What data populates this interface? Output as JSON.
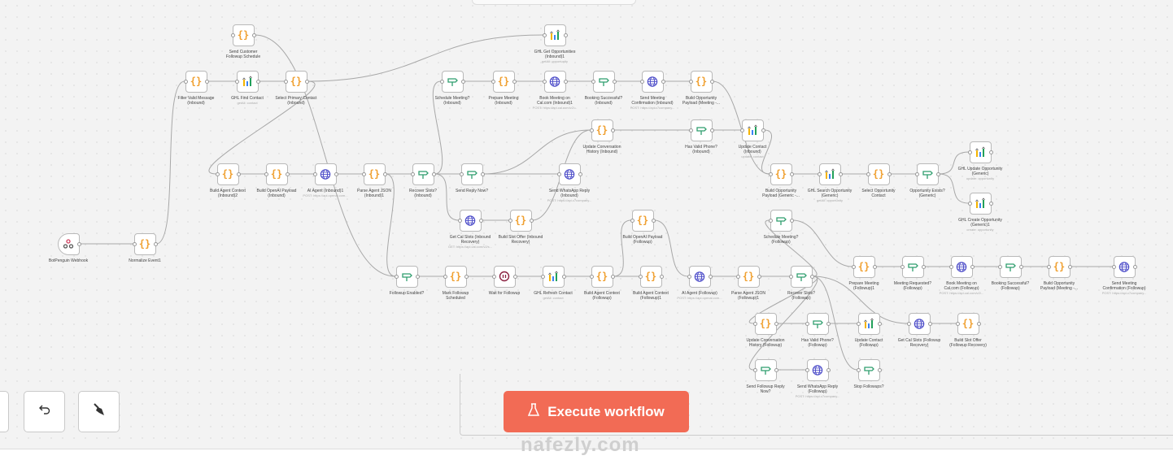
{
  "toolbar": {
    "execute_label": "Execute workflow",
    "undo_icon": "undo-icon",
    "clear_icon": "brush-icon",
    "watermark": "nafezly.com"
  },
  "colors": {
    "execute": "#f26b55",
    "code": "#f0a030",
    "if": "#2f9e6e",
    "http": "#4b4bc8",
    "wait": "#8a2040",
    "trigger": "#d04060"
  },
  "nodes": [
    {
      "id": "n1",
      "type": "trigger",
      "label": "BotPenguin Webhook",
      "sub": ""
    },
    {
      "id": "n2",
      "type": "code",
      "label": "Normalize Event1",
      "sub": ""
    },
    {
      "id": "n3",
      "type": "code",
      "label": "Filter Valid Message (Inbound)",
      "sub": ""
    },
    {
      "id": "n4",
      "type": "code",
      "label": "Send Customer Followup Schedule",
      "sub": ""
    },
    {
      "id": "n5",
      "type": "ghl",
      "label": "GHL Find Contact",
      "sub": "getAll: contact"
    },
    {
      "id": "n6",
      "type": "code",
      "label": "Select Primary Contact (Inbound)",
      "sub": ""
    },
    {
      "id": "n7",
      "type": "code",
      "label": "Build Agent Context (Inbound)2",
      "sub": ""
    },
    {
      "id": "n8",
      "type": "code",
      "label": "Build OpenAI Payload (Inbound)",
      "sub": ""
    },
    {
      "id": "n9",
      "type": "http",
      "label": "AI Agent (Inbound)1",
      "sub": "POST: https://api.openai.com..."
    },
    {
      "id": "n10",
      "type": "code",
      "label": "Parse Agent JSON (Inbound)1",
      "sub": ""
    },
    {
      "id": "n11",
      "type": "if",
      "label": "Recover Slots? (Inbound)",
      "sub": ""
    },
    {
      "id": "n12",
      "type": "ghl",
      "label": "GHL Get Opportunities (Inbound)1",
      "sub": "getAll: opportunity"
    },
    {
      "id": "n13",
      "type": "if",
      "label": "Schedule Meeting? (Inbound)",
      "sub": ""
    },
    {
      "id": "n14",
      "type": "code",
      "label": "Prepare Meeting (Inbound)",
      "sub": ""
    },
    {
      "id": "n15",
      "type": "http",
      "label": "Book Meeting on Cal.com (Inbound)1",
      "sub": "POST: https://api.cal.com/v2/..."
    },
    {
      "id": "n16",
      "type": "if",
      "label": "Booking Successful? (Inbound)",
      "sub": ""
    },
    {
      "id": "n17",
      "type": "http",
      "label": "Send Meeting Confirmation (Inbound)",
      "sub": "POST: https://api.c7company..."
    },
    {
      "id": "n18",
      "type": "code",
      "label": "Build Opportunity Payload (Meeting -...",
      "sub": ""
    },
    {
      "id": "n19",
      "type": "code",
      "label": "Update Conversation History (Inbound)",
      "sub": ""
    },
    {
      "id": "n20",
      "type": "if",
      "label": "Has Valid Phone? (Inbound)",
      "sub": ""
    },
    {
      "id": "n21",
      "type": "ghl",
      "label": "Update Contact (Inbound)",
      "sub": "update: contact"
    },
    {
      "id": "n22",
      "type": "if",
      "label": "Send Reply Now?",
      "sub": ""
    },
    {
      "id": "n23",
      "type": "http",
      "label": "Send WhatsApp Reply (Inbound)",
      "sub": "POST: https://api.c7company..."
    },
    {
      "id": "n24",
      "type": "http",
      "label": "Get Cal Slots (Inbound Recovery)",
      "sub": "GET: https://api.cal.com/v2/s..."
    },
    {
      "id": "n25",
      "type": "code",
      "label": "Build Slot Offer (Inbound Recovery)",
      "sub": ""
    },
    {
      "id": "n26",
      "type": "if",
      "label": "Followup Enabled?",
      "sub": ""
    },
    {
      "id": "n27",
      "type": "code",
      "label": "Mark Followup Scheduled",
      "sub": ""
    },
    {
      "id": "n28",
      "type": "wait",
      "label": "Wait for Followup",
      "sub": ""
    },
    {
      "id": "n29",
      "type": "code",
      "label": "Build OpenAI Payload (Followup)",
      "sub": ""
    },
    {
      "id": "n30",
      "type": "ghl",
      "label": "GHL Refresh Contact",
      "sub": "getAll: contact"
    },
    {
      "id": "n31",
      "type": "code",
      "label": "Build Agent Context (Followup)",
      "sub": ""
    },
    {
      "id": "n32",
      "type": "code",
      "label": "Build Agent Context (Followup)1",
      "sub": ""
    },
    {
      "id": "n33",
      "type": "http",
      "label": "AI Agent (Followup)",
      "sub": "POST: https://api.openai.com..."
    },
    {
      "id": "n34",
      "type": "code",
      "label": "Parse Agent JSON (Followup)1",
      "sub": ""
    },
    {
      "id": "n35",
      "type": "code",
      "label": "Build Opportunity Payload (Generic -...",
      "sub": ""
    },
    {
      "id": "n36",
      "type": "ghl",
      "label": "GHL Search Opportunity (Generic)",
      "sub": "getAll: opportunity"
    },
    {
      "id": "n37",
      "type": "code",
      "label": "Select Opportunity Contact",
      "sub": ""
    },
    {
      "id": "n38",
      "type": "if",
      "label": "Opportunity Exists? (Generic)",
      "sub": ""
    },
    {
      "id": "n39",
      "type": "ghl",
      "label": "GHL Update Opportunity (Generic)",
      "sub": "update: opportunity"
    },
    {
      "id": "n40",
      "type": "ghl",
      "label": "GHL Create Opportunity (Generic)1",
      "sub": "create: opportunity"
    },
    {
      "id": "n41",
      "type": "if",
      "label": "Schedule Meeting? (Followup)",
      "sub": ""
    },
    {
      "id": "n42",
      "type": "code",
      "label": "Prepare Meeting (Followup)1",
      "sub": ""
    },
    {
      "id": "n43",
      "type": "if",
      "label": "Meeting Requested? (Followup)",
      "sub": ""
    },
    {
      "id": "n44",
      "type": "http",
      "label": "Book Meeting on Cal.com (Followup)",
      "sub": "POST: https://api.cal.com/v2/..."
    },
    {
      "id": "n45",
      "type": "if",
      "label": "Booking Successful? (Followup)",
      "sub": ""
    },
    {
      "id": "n46",
      "type": "code",
      "label": "Build Opportunity Payload (Meeting -...",
      "sub": ""
    },
    {
      "id": "n47",
      "type": "http",
      "label": "Send Meeting Confirmation (Followup)",
      "sub": "POST: https://api.c7company..."
    },
    {
      "id": "n48",
      "type": "if",
      "label": "Recover Slots? (Followup)",
      "sub": ""
    },
    {
      "id": "n49",
      "type": "code",
      "label": "Update Conversation History (Followup)",
      "sub": ""
    },
    {
      "id": "n50",
      "type": "if",
      "label": "Has Valid Phone? (Followup)",
      "sub": ""
    },
    {
      "id": "n51",
      "type": "ghl",
      "label": "Update Contact (Followup)",
      "sub": ""
    },
    {
      "id": "n52",
      "type": "http",
      "label": "Get Cal Slots (Followup Recovery)",
      "sub": ""
    },
    {
      "id": "n53",
      "type": "code",
      "label": "Build Slot Offer (Followup Recovery)",
      "sub": ""
    },
    {
      "id": "n54",
      "type": "if",
      "label": "Send Followup Reply Now?",
      "sub": ""
    },
    {
      "id": "n55",
      "type": "http",
      "label": "Send WhatsApp Reply (Followup)",
      "sub": "POST: https://api.c7company..."
    },
    {
      "id": "n56",
      "type": "if",
      "label": "Stop Followups?",
      "sub": ""
    }
  ],
  "connections": [
    [
      "n1",
      "n2"
    ],
    [
      "n2",
      "n3"
    ],
    [
      "n3",
      "n5"
    ],
    [
      "n5",
      "n6"
    ],
    [
      "n6",
      "n7"
    ],
    [
      "n7",
      "n8"
    ],
    [
      "n8",
      "n9"
    ],
    [
      "n9",
      "n10"
    ],
    [
      "n10",
      "n11"
    ],
    [
      "n6",
      "n12"
    ],
    [
      "n11",
      "n13"
    ],
    [
      "n11",
      "n22"
    ],
    [
      "n11",
      "n24"
    ],
    [
      "n13",
      "n14"
    ],
    [
      "n14",
      "n15"
    ],
    [
      "n15",
      "n16"
    ],
    [
      "n16",
      "n17"
    ],
    [
      "n17",
      "n18"
    ],
    [
      "n18",
      "n35"
    ],
    [
      "n22",
      "n23"
    ],
    [
      "n24",
      "n25"
    ],
    [
      "n25",
      "n19"
    ],
    [
      "n22",
      "n19"
    ],
    [
      "n19",
      "n20"
    ],
    [
      "n20",
      "n21"
    ],
    [
      "n21",
      "n35"
    ],
    [
      "n4",
      "n26"
    ],
    [
      "n10",
      "n26"
    ],
    [
      "n26",
      "n27"
    ],
    [
      "n27",
      "n28"
    ],
    [
      "n28",
      "n30"
    ],
    [
      "n30",
      "n31"
    ],
    [
      "n31",
      "n32"
    ],
    [
      "n31",
      "n29"
    ],
    [
      "n29",
      "n33"
    ],
    [
      "n33",
      "n34"
    ],
    [
      "n34",
      "n48"
    ],
    [
      "n35",
      "n36"
    ],
    [
      "n36",
      "n37"
    ],
    [
      "n37",
      "n38"
    ],
    [
      "n38",
      "n39"
    ],
    [
      "n38",
      "n40"
    ],
    [
      "n41",
      "n42"
    ],
    [
      "n42",
      "n43"
    ],
    [
      "n43",
      "n44"
    ],
    [
      "n44",
      "n45"
    ],
    [
      "n45",
      "n46"
    ],
    [
      "n46",
      "n47"
    ],
    [
      "n48",
      "n41"
    ],
    [
      "n48",
      "n49"
    ],
    [
      "n49",
      "n50"
    ],
    [
      "n50",
      "n51"
    ],
    [
      "n48",
      "n52"
    ],
    [
      "n52",
      "n53"
    ],
    [
      "n54",
      "n55"
    ],
    [
      "n48",
      "n54"
    ],
    [
      "n48",
      "n56"
    ]
  ]
}
